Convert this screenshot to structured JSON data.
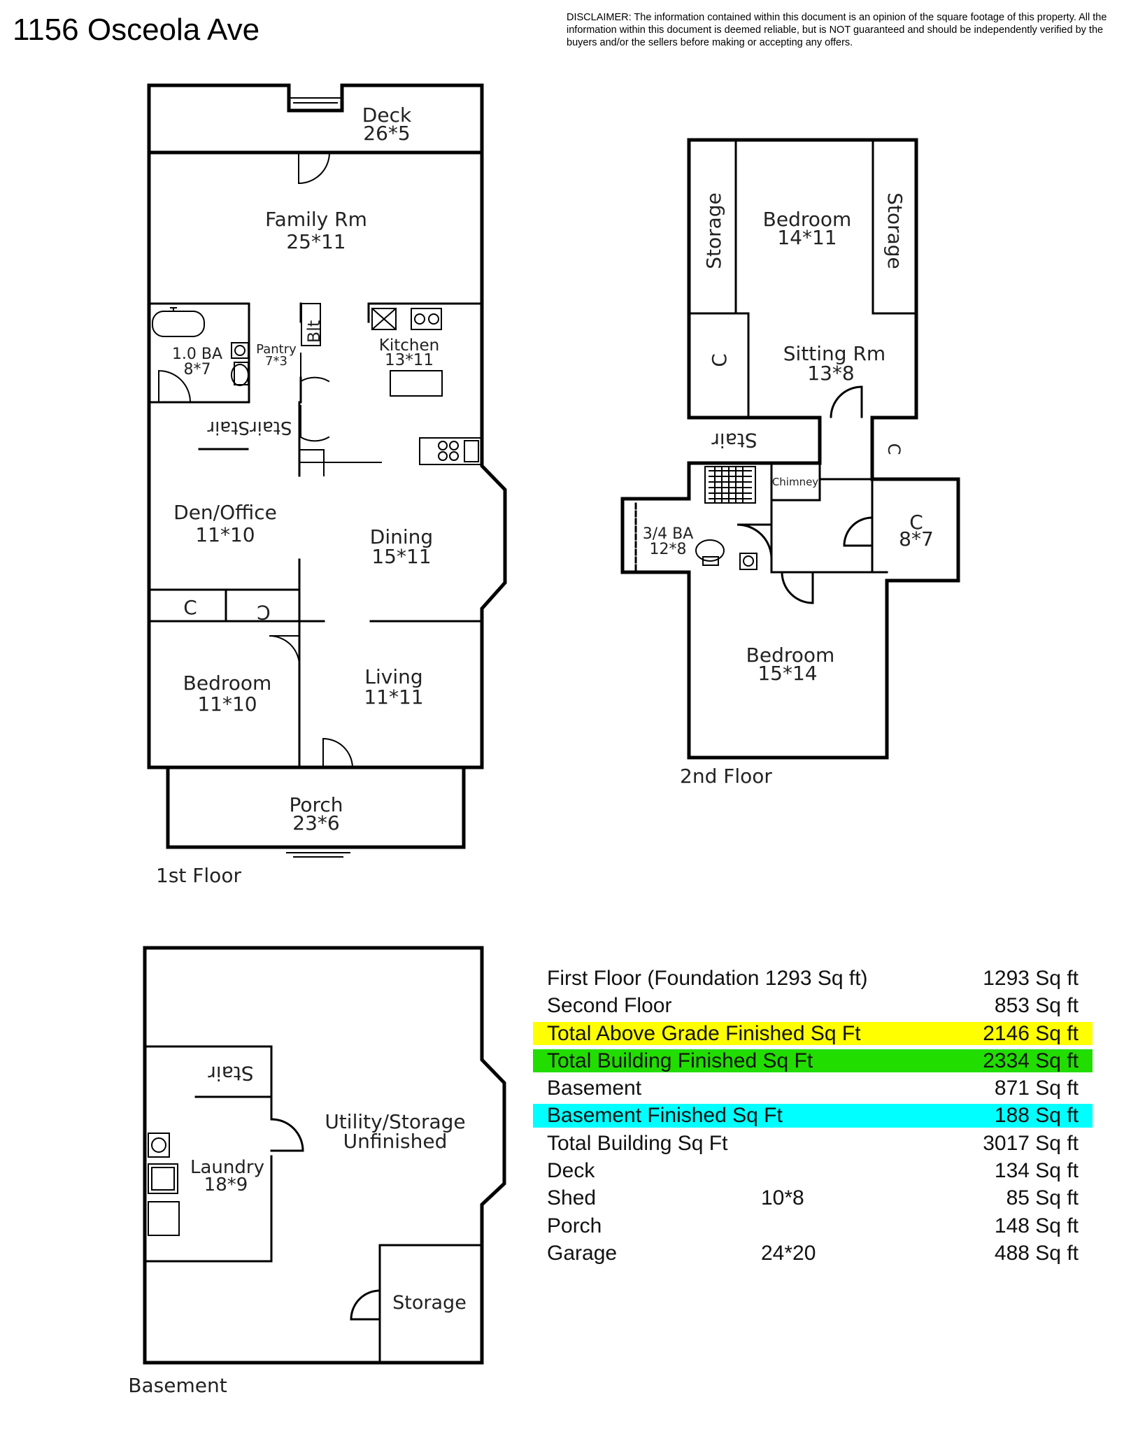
{
  "title": "1156 Osceola Ave",
  "disclaimer": "DISCLAIMER: The information contained within this document is an opinion of the square footage of this property. All the information within this document is deemed reliable, but is NOT guaranteed and should be independently verified by the buyers and/or the sellers before making or accepting any offers.",
  "floors": {
    "first": {
      "label": "1st Floor",
      "rooms": {
        "deck": {
          "name": "Deck",
          "dims": "26*5"
        },
        "family": {
          "name": "Family Rm",
          "dims": "25*11"
        },
        "bath": {
          "name": "1.0 BA",
          "dims": "8*7"
        },
        "pantry": {
          "name": "Pantry",
          "dims": "7*3"
        },
        "blt": {
          "name": "Blt"
        },
        "kitchen": {
          "name": "Kitchen",
          "dims": "13*11"
        },
        "stair": {
          "name": "StairStair"
        },
        "den": {
          "name": "Den/Office",
          "dims": "11*10"
        },
        "dining": {
          "name": "Dining",
          "dims": "15*11"
        },
        "closet1": {
          "name": "C"
        },
        "closet2": {
          "name": "C"
        },
        "bedroom": {
          "name": "Bedroom",
          "dims": "11*10"
        },
        "living": {
          "name": "Living",
          "dims": "11*11"
        },
        "porch": {
          "name": "Porch",
          "dims": "23*6"
        }
      }
    },
    "second": {
      "label": "2nd Floor",
      "rooms": {
        "storage_left": {
          "name": "Storage"
        },
        "bedroom_top": {
          "name": "Bedroom",
          "dims": "14*11"
        },
        "storage_right": {
          "name": "Storage"
        },
        "closet_left": {
          "name": "C"
        },
        "sitting": {
          "name": "Sitting Rm",
          "dims": "13*8"
        },
        "stair": {
          "name": "Stair"
        },
        "closet_right": {
          "name": "C"
        },
        "chimney": {
          "name": "Chimney"
        },
        "bath": {
          "name": "3/4 BA",
          "dims": "12*8"
        },
        "closet_big": {
          "name": "C",
          "dims": "8*7"
        },
        "bedroom_bottom": {
          "name": "Bedroom",
          "dims": "15*14"
        }
      }
    },
    "basement": {
      "label": "Basement",
      "rooms": {
        "stair": {
          "name": "Stair"
        },
        "utility": {
          "name": "Utility/Storage",
          "sub": "Unfinished"
        },
        "laundry": {
          "name": "Laundry",
          "dims": "18*9"
        },
        "storage": {
          "name": "Storage"
        }
      }
    }
  },
  "area_table": [
    {
      "label": "First Floor (Foundation 1293 Sq ft)",
      "dims": "",
      "value": "1293 Sq ft",
      "highlight": ""
    },
    {
      "label": "Second Floor",
      "dims": "",
      "value": "853 Sq ft",
      "highlight": ""
    },
    {
      "label": "Total Above Grade Finished Sq Ft",
      "dims": "",
      "value": "2146 Sq ft",
      "highlight": "#ffff00"
    },
    {
      "label": "Total Building Finished Sq Ft",
      "dims": "",
      "value": "2334 Sq ft",
      "highlight": "#22dd00"
    },
    {
      "label": "Basement",
      "dims": "",
      "value": "871 Sq ft",
      "highlight": ""
    },
    {
      "label": "Basement Finished Sq Ft",
      "dims": "",
      "value": "188 Sq ft",
      "highlight": "#00ffff"
    },
    {
      "label": "Total Building Sq Ft",
      "dims": "",
      "value": "3017 Sq ft",
      "highlight": ""
    },
    {
      "label": "Deck",
      "dims": "",
      "value": "134 Sq ft",
      "highlight": ""
    },
    {
      "label": "Shed",
      "dims": "10*8",
      "value": "85 Sq ft",
      "highlight": ""
    },
    {
      "label": "Porch",
      "dims": "",
      "value": "148 Sq ft",
      "highlight": ""
    },
    {
      "label": "Garage",
      "dims": "24*20",
      "value": "488 Sq ft",
      "highlight": ""
    }
  ]
}
